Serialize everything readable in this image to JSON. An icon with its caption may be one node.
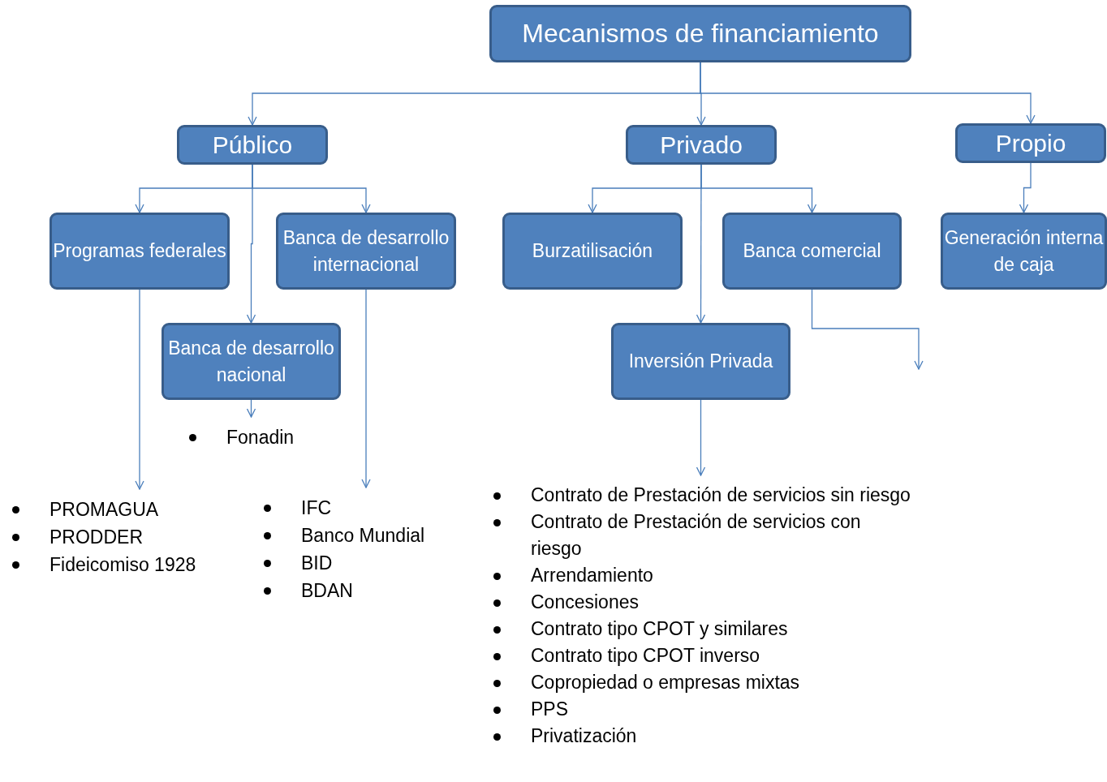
{
  "diagram": {
    "nodes": [
      {
        "text": [
          "Mecanismos de financiamiento"
        ]
      },
      {
        "text": [
          "Público"
        ]
      },
      {
        "text": [
          "Privado"
        ]
      },
      {
        "text": [
          "Propio"
        ]
      },
      {
        "text": [
          "Programas federales"
        ]
      },
      {
        "text": [
          "Banca de desarrollo internacional"
        ]
      },
      {
        "text": [
          "Banca de desarrollo nacional"
        ]
      },
      {
        "text": [
          "Burzatilisación"
        ]
      },
      {
        "text": [
          "Banca comercial"
        ]
      },
      {
        "text": [
          "Generación interna de caja"
        ]
      },
      {
        "text": [
          "Inversión Privada"
        ]
      },
      {
        "text": [
          "Fonadin"
        ]
      },
      {
        "text": [
          "PROMAGUA",
          "PRODDER",
          "Fideicomiso 1928"
        ]
      },
      {
        "text": [
          "IFC",
          "Banco Mundial",
          "BID",
          "BDAN"
        ]
      },
      {
        "text": [
          "Contrato de Prestación de servicios sin riesgo",
          "Contrato de Prestación de servicios con riesgo",
          "Arrendamiento",
          "Concesiones",
          "Contrato tipo CPOT y similares",
          "Contrato tipo CPOT inverso",
          "Copropiedad o empresas mixtas",
          "PPS",
          "Privatización"
        ]
      }
    ],
    "edges": [
      {
        "from": 0,
        "to": 1,
        "arrow": "to"
      },
      {
        "from": 0,
        "to": 2,
        "arrow": "to"
      },
      {
        "from": 0,
        "to": 3,
        "arrow": "to"
      },
      {
        "from": 1,
        "to": 4,
        "arrow": "to"
      },
      {
        "from": 1,
        "to": 5,
        "arrow": "to"
      },
      {
        "from": 1,
        "to": 6,
        "arrow": "to"
      },
      {
        "from": 2,
        "to": 7,
        "arrow": "to"
      },
      {
        "from": 2,
        "to": 8,
        "arrow": "to"
      },
      {
        "from": 2,
        "to": 10,
        "arrow": "to"
      },
      {
        "from": 3,
        "to": 9,
        "arrow": "to"
      },
      {
        "from": 4,
        "to": 12,
        "arrow": "to"
      },
      {
        "from": 5,
        "to": 13,
        "arrow": "to"
      },
      {
        "from": 6,
        "to": 11,
        "arrow": "to"
      },
      {
        "from": 10,
        "to": 14,
        "arrow": "to"
      },
      {
        "from": 8,
        "to": null,
        "arrow": "to"
      }
    ]
  }
}
